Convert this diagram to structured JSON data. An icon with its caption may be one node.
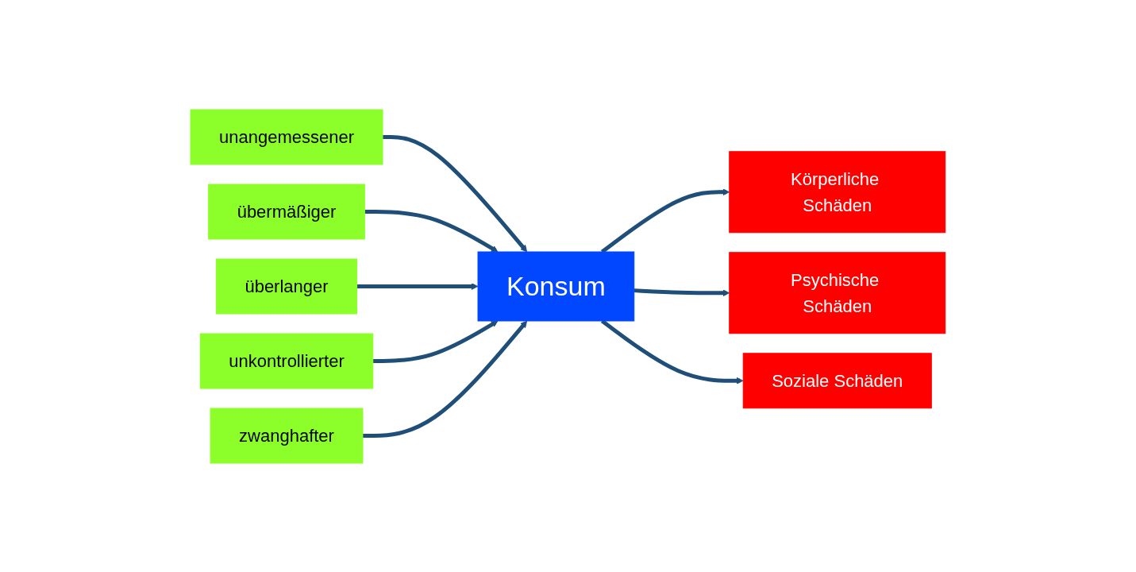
{
  "diagram": {
    "nodes": [
      {
        "text": [
          "unangemessener"
        ]
      },
      {
        "text": [
          "übermäßiger"
        ]
      },
      {
        "text": [
          "überlanger"
        ]
      },
      {
        "text": [
          "unkontrollierter"
        ]
      },
      {
        "text": [
          "zwanghafter"
        ]
      },
      {
        "text": [
          "Konsum"
        ]
      },
      {
        "text": [
          "Körperliche Schäden"
        ]
      },
      {
        "text": [
          "Psychische Schäden"
        ]
      },
      {
        "text": [
          "Soziale Schäden"
        ]
      }
    ],
    "edges": [
      {
        "from": 0,
        "to": 5,
        "arrow": "to"
      },
      {
        "from": 1,
        "to": 5,
        "arrow": "to"
      },
      {
        "from": 2,
        "to": 5,
        "arrow": "to"
      },
      {
        "from": 3,
        "to": 5,
        "arrow": "to"
      },
      {
        "from": 4,
        "to": 5,
        "arrow": "to"
      },
      {
        "from": 5,
        "to": 6,
        "arrow": "to"
      },
      {
        "from": 5,
        "to": 7,
        "arrow": "to"
      },
      {
        "from": 5,
        "to": 8,
        "arrow": "to"
      }
    ]
  }
}
